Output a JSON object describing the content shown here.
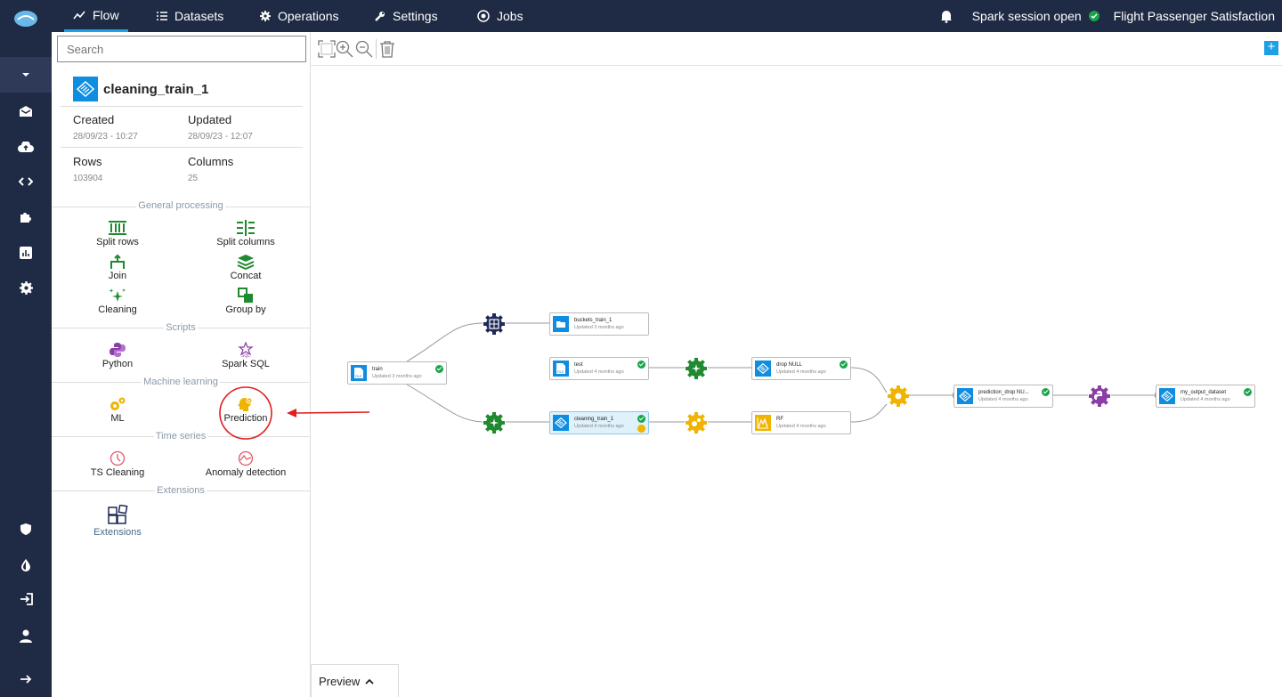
{
  "nav": {
    "tabs": [
      {
        "label": "Flow",
        "icon": "trend-icon"
      },
      {
        "label": "Datasets",
        "icon": "list-icon"
      },
      {
        "label": "Operations",
        "icon": "gear-icon"
      },
      {
        "label": "Settings",
        "icon": "wrench-icon"
      },
      {
        "label": "Jobs",
        "icon": "jobs-icon"
      }
    ],
    "session_status": "Spark session open",
    "project_name": "Flight Passenger Satisfaction"
  },
  "panel": {
    "search_placeholder": "Search",
    "dataset_name": "cleaning_train_1",
    "created_label": "Created",
    "created_value": "28/09/23 - 10:27",
    "updated_label": "Updated",
    "updated_value": "28/09/23 - 12:07",
    "rows_label": "Rows",
    "rows_value": "103904",
    "columns_label": "Columns",
    "columns_value": "25",
    "sections": {
      "general": "General processing",
      "scripts": "Scripts",
      "ml": "Machine learning",
      "timeseries": "Time series",
      "extensions": "Extensions"
    },
    "ops": {
      "split_rows": "Split rows",
      "split_columns": "Split columns",
      "join": "Join",
      "concat": "Concat",
      "cleaning": "Cleaning",
      "group_by": "Group by",
      "python": "Python",
      "spark_sql": "Spark SQL",
      "ml": "ML",
      "prediction": "Prediction",
      "ts_cleaning": "TS Cleaning",
      "anomaly_detection": "Anomaly detection",
      "extensions": "Extensions"
    }
  },
  "flow": {
    "nodes": {
      "train": {
        "name": "train",
        "updated": "Updated 3 months ago"
      },
      "buckets": {
        "name": "buckets_train_1",
        "updated": "Updated 3 months ago"
      },
      "test": {
        "name": "test",
        "updated": "Updated 4 months ago"
      },
      "cleaning": {
        "name": "cleaning_train_1",
        "updated": "Updated 4 months ago"
      },
      "dropnull": {
        "name": "drop NULL",
        "updated": "Updated 4 months ago"
      },
      "rf": {
        "name": "RF",
        "updated": "Updated 4 months ago"
      },
      "prediction": {
        "name": "prediction_drop NU...",
        "updated": "Updated 4 months ago"
      },
      "output": {
        "name": "my_output_dataset",
        "updated": "Updated 4 months ago"
      }
    }
  },
  "preview_label": "Preview",
  "colors": {
    "nav_bg": "#1f2a44",
    "accent": "#1ea0e6",
    "green_op": "#1f8a2f",
    "yellow_op": "#f0b400",
    "purple_op": "#8b3fa6",
    "navy_op": "#1f2a58",
    "annotation_red": "#e01e1e"
  }
}
